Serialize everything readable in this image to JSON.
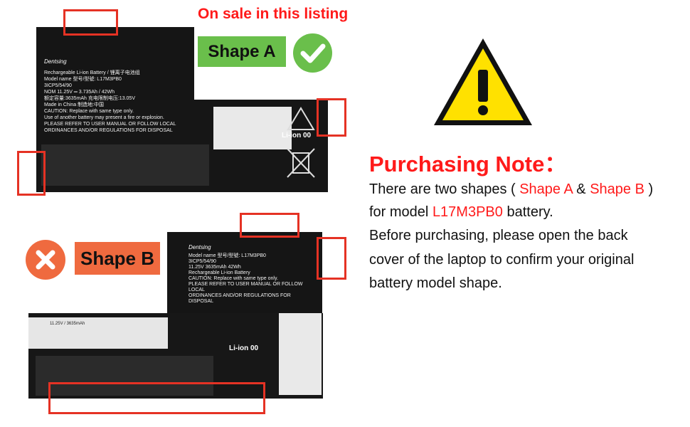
{
  "listing": {
    "sale_text": "On sale in this listing",
    "shape_a": "Shape A",
    "shape_b": "Shape B"
  },
  "battery_a": {
    "brand": "Dentsing",
    "label_lines": [
      "Rechargeable Li-ion Battery / 锂离子电池组",
      "Model name 型号/型號: L17M3PB0",
      "3ICP5/54/90",
      "NOM 11.25V ═ 3.735Ah / 42Wh",
      "额定容量:3635mAh  充电限制电压:13.05V",
      "Made in China 制造地:中国",
      "CAUTION: Replace with same type only.",
      "Use of another battery may present a fire or explosion.",
      "PLEASE REFER TO USER MANUAL OR FOLLOW LOCAL",
      "ORDINANCES AND/OR REGULATIONS FOR DISPOSAL"
    ],
    "li_ion": "Li-ion 00"
  },
  "battery_b": {
    "brand": "Dentsing",
    "label_lines": [
      "Model name 型号/型號: L17M3PB0",
      "3ICP5/54/90",
      "11.25V 3635mAh 42Wh",
      "Rechargeable Li-ion Battery",
      "CAUTION: Replace with same type only.",
      "PLEASE REFER TO USER MANUAL OR FOLLOW LOCAL",
      "ORDINANCES AND/OR REGULATIONS FOR DISPOSAL"
    ],
    "white_label": "11.25V / 3635mAh",
    "li_ion": "Li-ion 00"
  },
  "note": {
    "title": "Purchasing Note：",
    "line1_pre": "There are two shapes ( ",
    "line1_a": "Shape A",
    "line1_amp": " & ",
    "line1_b": "Shape B",
    "line1_post": " )",
    "line2_pre": "for model ",
    "line2_model": "L17M3PB0",
    "line2_post": " battery.",
    "line3": "Before purchasing, please open the back",
    "line4": "cover of the laptop to confirm your original",
    "line5": "battery model shape."
  },
  "colors": {
    "accent_red": "#ff1a1a",
    "green": "#6abf4b",
    "orange": "#ef6a3f",
    "warning_yellow": "#ffe100"
  },
  "icons": {
    "warning": "warning-triangle-icon",
    "check": "check-icon",
    "cross": "cross-icon"
  }
}
